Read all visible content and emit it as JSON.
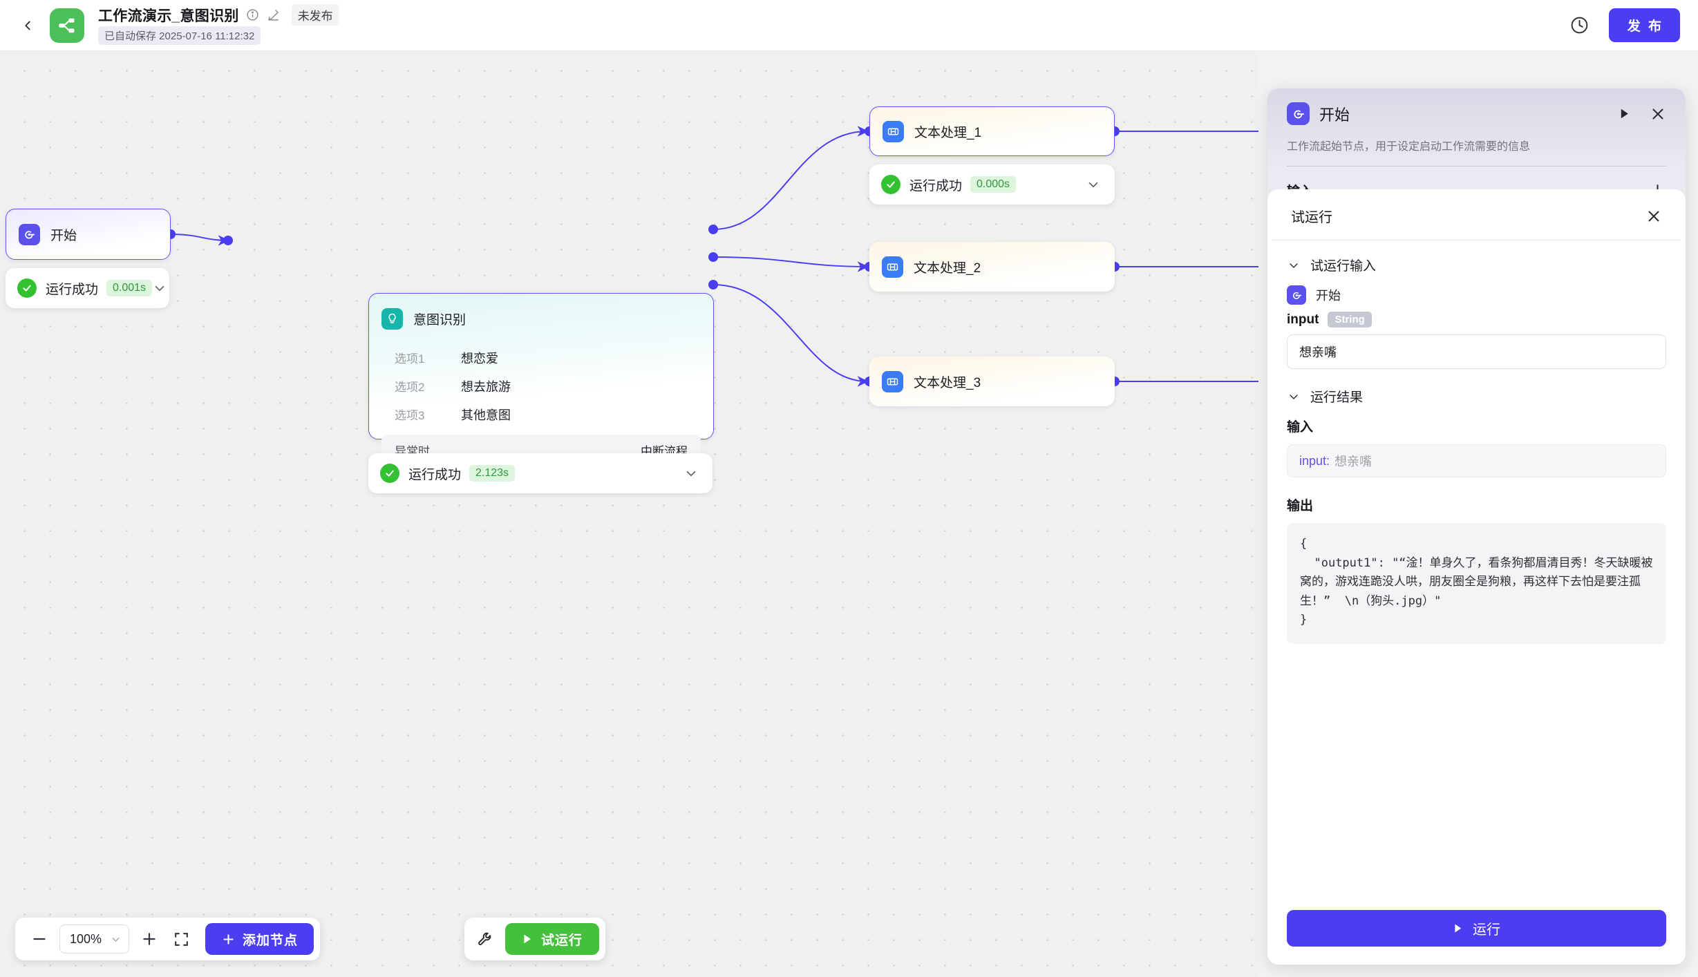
{
  "topbar": {
    "back_icon": "chevron-left-icon",
    "logo_icon": "workflow-logo-icon",
    "title": "工作流演示_意图识别",
    "info_icon": "info-circle-icon",
    "edit_icon": "pencil-icon",
    "publish_status": "未发布",
    "autosave": "已自动保存 2025-07-16 11:12:32",
    "history_icon": "clock-history-icon",
    "publish_button": "发 布"
  },
  "canvas": {
    "nodes": [
      {
        "id": "start",
        "title": "开始",
        "icon": "start-node-icon",
        "selected": true,
        "status": {
          "label": "运行成功",
          "time": "0.001s",
          "chevron": "chevron-down-icon"
        }
      },
      {
        "id": "intent",
        "title": "意图识别",
        "icon": "lightbulb-icon",
        "selected": true,
        "options": [
          {
            "key": "选项1",
            "value": "想恋爱"
          },
          {
            "key": "选项2",
            "value": "想去旅游"
          },
          {
            "key": "选项3",
            "value": "其他意图"
          }
        ],
        "exception": {
          "key": "异常时",
          "value": "中断流程"
        },
        "status": {
          "label": "运行成功",
          "time": "2.123s",
          "chevron": "chevron-down-icon"
        }
      },
      {
        "id": "text1",
        "title": "文本处理_1",
        "icon": "text-process-icon",
        "selected": true,
        "status": {
          "label": "运行成功",
          "time": "0.000s",
          "chevron": "chevron-down-icon"
        }
      },
      {
        "id": "text2",
        "title": "文本处理_2",
        "icon": "text-process-icon",
        "selected": false
      },
      {
        "id": "text3",
        "title": "文本处理_3",
        "icon": "text-process-icon",
        "selected": false
      }
    ]
  },
  "toolbar": {
    "zoom_out_icon": "minus-icon",
    "zoom_level": "100%",
    "zoom_caret_icon": "chevron-down-icon",
    "zoom_in_icon": "plus-icon",
    "fit_view_icon": "fit-screen-icon",
    "add_node_button": "添加节点",
    "add_node_icon": "plus-icon",
    "wrench_icon": "wrench-icon",
    "trial_run_button": "试运行",
    "trial_run_icon": "play-icon"
  },
  "panel": {
    "node_icon": "start-node-icon",
    "title": "开始",
    "play_icon": "play-triangle-icon",
    "close_icon": "close-x-icon",
    "description": "工作流起始节点，用于设定启动工作流需要的信息",
    "input_section_label": "输入",
    "add_input_icon": "plus-icon"
  },
  "trial": {
    "title": "试运行",
    "close_icon": "close-x-icon",
    "input_section": {
      "chevron_icon": "chevron-down-icon",
      "label": "试运行输入",
      "node_icon": "start-node-icon",
      "node_name": "开始",
      "field_name": "input",
      "field_type": "String",
      "field_value": "想亲嘴"
    },
    "result_section": {
      "chevron_icon": "chevron-down-icon",
      "label": "运行结果",
      "input_label": "输入",
      "input_key": "input:",
      "input_value": "想亲嘴",
      "output_label": "输出",
      "output_text": "{\n  \"output1\": \"“淦！单身久了，看条狗都眉清目秀！冬天缺暖被窝的，游戏连跪没人哄，朋友圈全是狗粮，再这样下去怕是要注孤生！”  \\n（狗头.jpg）\"\n}"
    },
    "run_button": "运行",
    "run_icon": "play-triangle-icon"
  },
  "colors": {
    "brand_purple": "#4b3ef0",
    "success_green": "#33c132",
    "run_green": "#44c03d",
    "edge": "#4b3ef0",
    "teal_icon": "#16b5aa"
  }
}
